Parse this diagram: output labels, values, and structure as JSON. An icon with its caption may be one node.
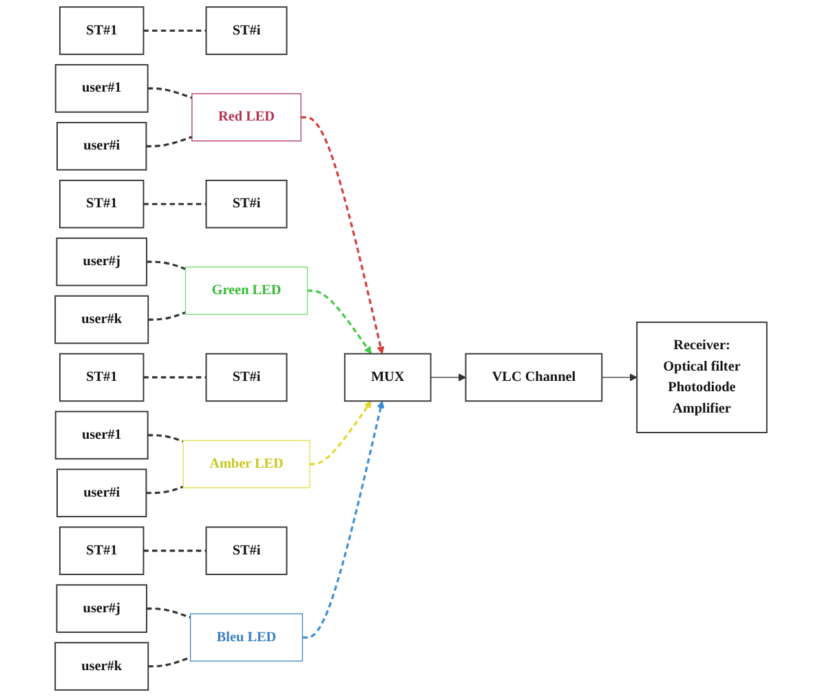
{
  "diagram": {
    "nodes": [
      {
        "text": [
          "ST#1"
        ]
      },
      {
        "text": [
          "ST#i"
        ]
      },
      {
        "text": [
          "user#1"
        ]
      },
      {
        "text": [
          "user#i"
        ]
      },
      {
        "text": [
          "Red LED"
        ]
      },
      {
        "text": [
          "MUX"
        ]
      },
      {
        "text": [
          "ST#1"
        ]
      },
      {
        "text": [
          "ST#i"
        ]
      },
      {
        "text": [
          "user#j"
        ]
      },
      {
        "text": [
          "user#k"
        ]
      },
      {
        "text": [
          "Green LED"
        ]
      },
      {
        "text": [
          "ST#1"
        ]
      },
      {
        "text": [
          "ST#i"
        ]
      },
      {
        "text": [
          "user#1"
        ]
      },
      {
        "text": [
          "user#i"
        ]
      },
      {
        "text": [
          "Amber LED"
        ]
      },
      {
        "text": [
          "VLC Channel"
        ]
      },
      {
        "text": [
          "ST#1"
        ]
      },
      {
        "text": [
          "ST#i"
        ]
      },
      {
        "text": [
          "user#j"
        ]
      },
      {
        "text": [
          "user#k"
        ]
      },
      {
        "text": [
          "Bleu LED"
        ]
      },
      {
        "text": [
          "Receiver:",
          "Optical filter",
          "Photodiode",
          "Amplifier"
        ]
      }
    ],
    "edges": [
      {
        "from": 0,
        "to": 1,
        "arrow": "none",
        "style": "dashed"
      },
      {
        "from": 2,
        "to": 4,
        "arrow": "none",
        "style": "dashed"
      },
      {
        "from": 3,
        "to": 4,
        "arrow": "none",
        "style": "dashed"
      },
      {
        "from": 4,
        "to": 5,
        "arrow": "to",
        "style": "dashed",
        "color": "#d43c3c"
      },
      {
        "from": 6,
        "to": 7,
        "arrow": "none",
        "style": "dashed"
      },
      {
        "from": 8,
        "to": 10,
        "arrow": "none",
        "style": "dashed"
      },
      {
        "from": 9,
        "to": 10,
        "arrow": "none",
        "style": "dashed"
      },
      {
        "from": 10,
        "to": 5,
        "arrow": "to",
        "style": "dashed",
        "color": "#44c944"
      },
      {
        "from": 11,
        "to": 12,
        "arrow": "none",
        "style": "dashed"
      },
      {
        "from": 13,
        "to": 15,
        "arrow": "none",
        "style": "dashed"
      },
      {
        "from": 14,
        "to": 15,
        "arrow": "none",
        "style": "dashed"
      },
      {
        "from": 15,
        "to": 5,
        "arrow": "to",
        "style": "dashed",
        "color": "#e3d92c"
      },
      {
        "from": 17,
        "to": 18,
        "arrow": "none",
        "style": "dashed"
      },
      {
        "from": 19,
        "to": 21,
        "arrow": "none",
        "style": "dashed"
      },
      {
        "from": 20,
        "to": 21,
        "arrow": "none",
        "style": "dashed"
      },
      {
        "from": 21,
        "to": 5,
        "arrow": "to",
        "style": "dashed",
        "color": "#3a8fd6"
      },
      {
        "from": 5,
        "to": 16,
        "arrow": "to"
      },
      {
        "from": 16,
        "to": 22,
        "arrow": "to"
      }
    ]
  }
}
